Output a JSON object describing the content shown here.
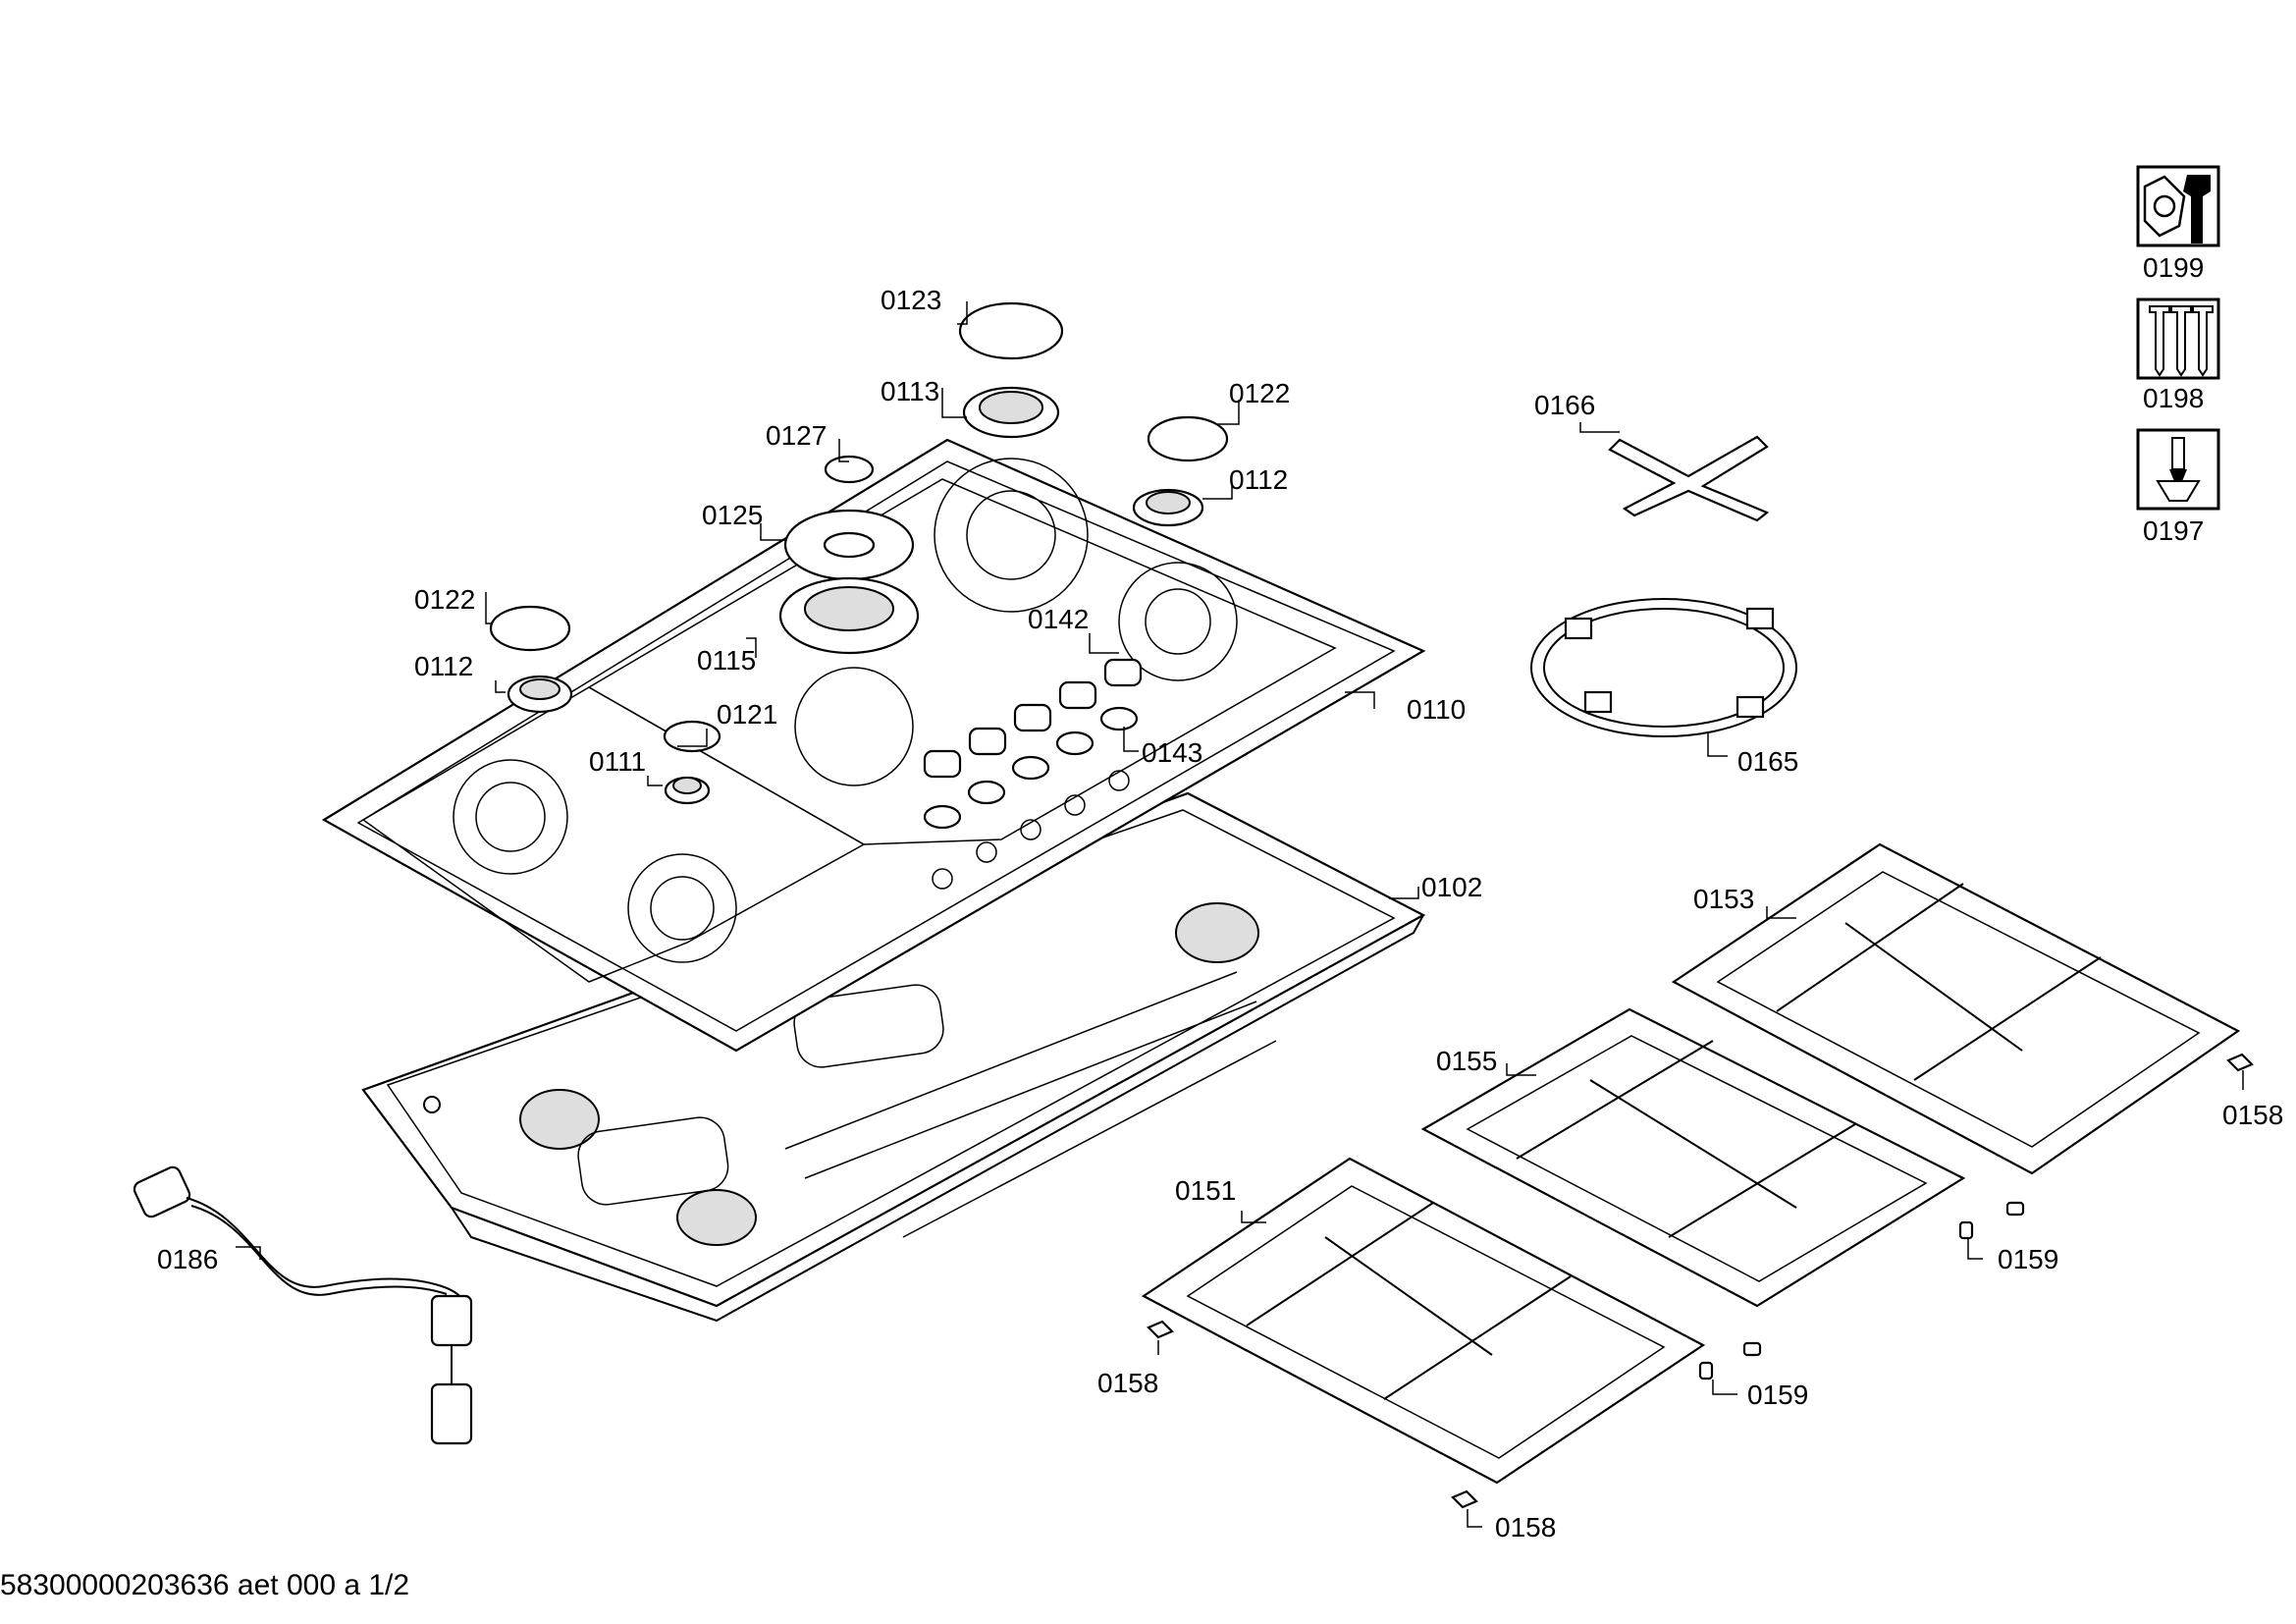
{
  "footer_text": "58300000203636 aet 000 a 1/2",
  "labels": {
    "l0123": "0123",
    "l0113": "0113",
    "l0122a": "0122",
    "l0127": "0127",
    "l0112a": "0112",
    "l0125": "0125",
    "l0122b": "0122",
    "l0142": "0142",
    "l0115": "0115",
    "l0112b": "0112",
    "l0121": "0121",
    "l0110": "0110",
    "l0143": "0143",
    "l0111": "0111",
    "l0166": "0166",
    "l0165": "0165",
    "l0102": "0102",
    "l0153": "0153",
    "l0155": "0155",
    "l0158a": "0158",
    "l0151": "0151",
    "l0159a": "0159",
    "l0186": "0186",
    "l0158b": "0158",
    "l0159b": "0159",
    "l0158c": "0158",
    "l0199": "0199",
    "l0198": "0198",
    "l0197": "0197"
  },
  "icons": [
    "nut-wrench-icon",
    "screws-icon",
    "screwdriver-icon"
  ]
}
